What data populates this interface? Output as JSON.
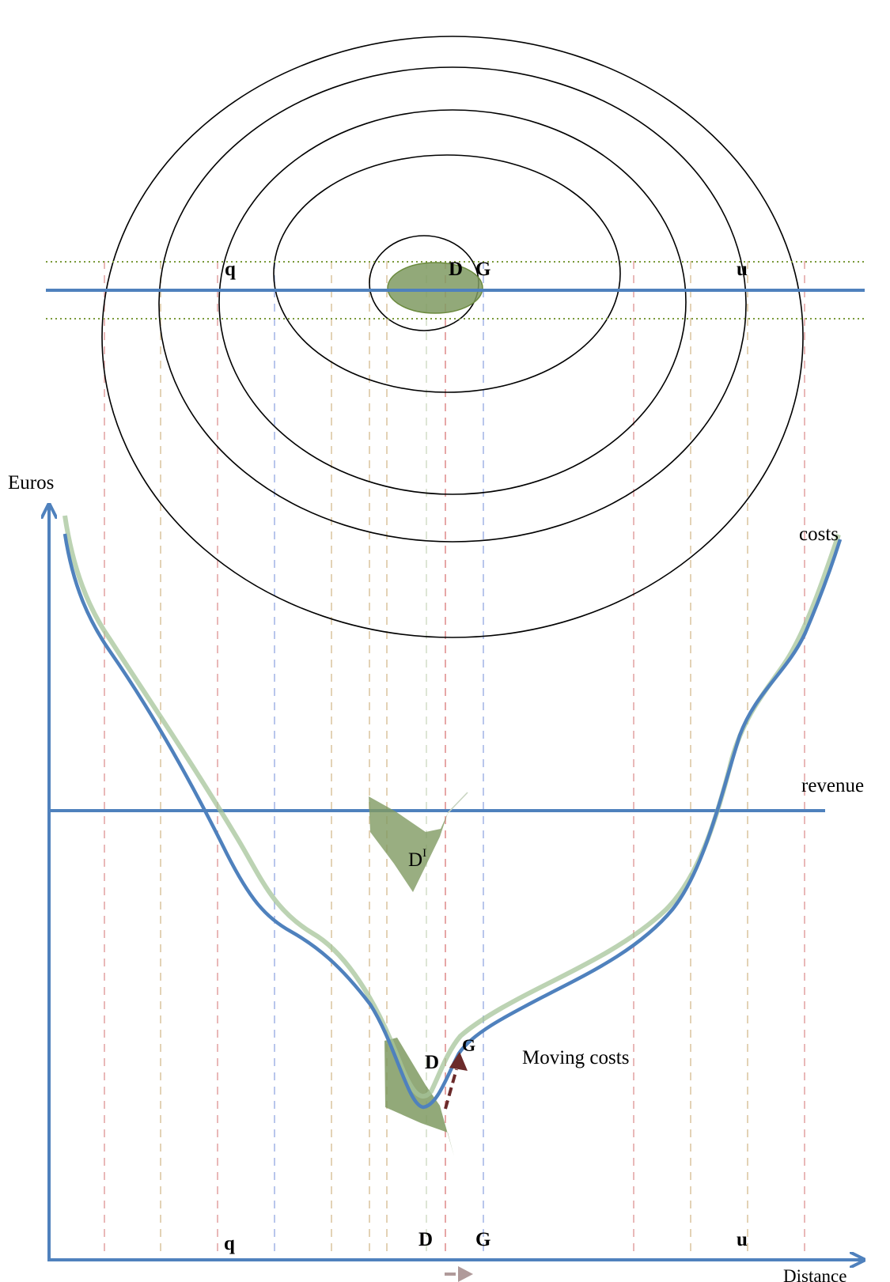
{
  "top_map": {
    "labels": {
      "q": "q",
      "D": "D",
      "G": "G",
      "u": "u"
    }
  },
  "graph": {
    "y_axis_label": "Euros",
    "x_axis_label": "Distance",
    "costs_label": "costs",
    "revenue_label": "revenue",
    "region_label_main": "D",
    "region_label_sup": "I",
    "point_D": "D",
    "point_G": "G",
    "moving_costs_label": "Moving costs",
    "x_ticks": {
      "q": "q",
      "D": "D",
      "G": "G",
      "u": "u"
    }
  },
  "colors": {
    "axis_blue": "#4f81bd",
    "curve_blue": "#4f81bd",
    "curve_green": "#a6c49a",
    "region_fill": "#7f9a62",
    "arrow_dark": "#6b2a2a",
    "moving_costs_red": "#e01010",
    "guide_pink": "#e9b8b8",
    "guide_blue": "#b8c6ec",
    "guide_tan": "#e3d2b5",
    "dotted_green": "#7a9a3a"
  }
}
